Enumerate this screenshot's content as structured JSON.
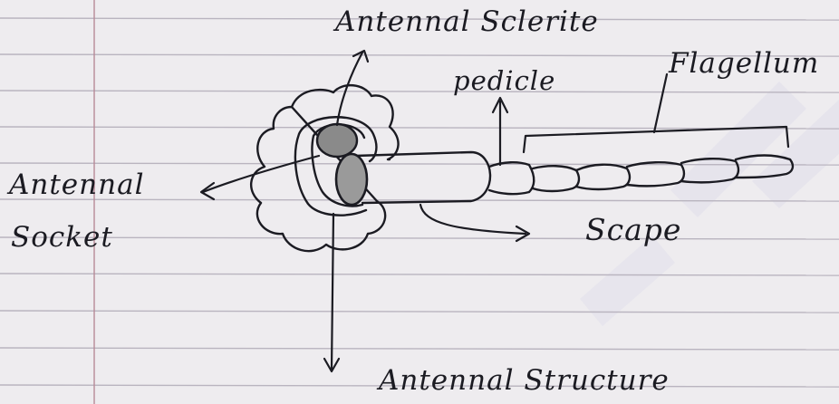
{
  "labels": {
    "antennal_sclerite": "Antennal Sclerite",
    "pedicle": "pedicle",
    "flagellum": "Flagellum",
    "antennal_socket_line1": "Antennal",
    "antennal_socket_line2": "Socket",
    "scape": "Scape",
    "title": "Antennal Structure"
  },
  "colors": {
    "paper": "#eeecef",
    "rule_line": "#b9b4bf",
    "margin_line": "#b78a97",
    "ink": "#1b1b22",
    "shade": "#8a8a8a",
    "watermark": "#e9e7ee"
  }
}
